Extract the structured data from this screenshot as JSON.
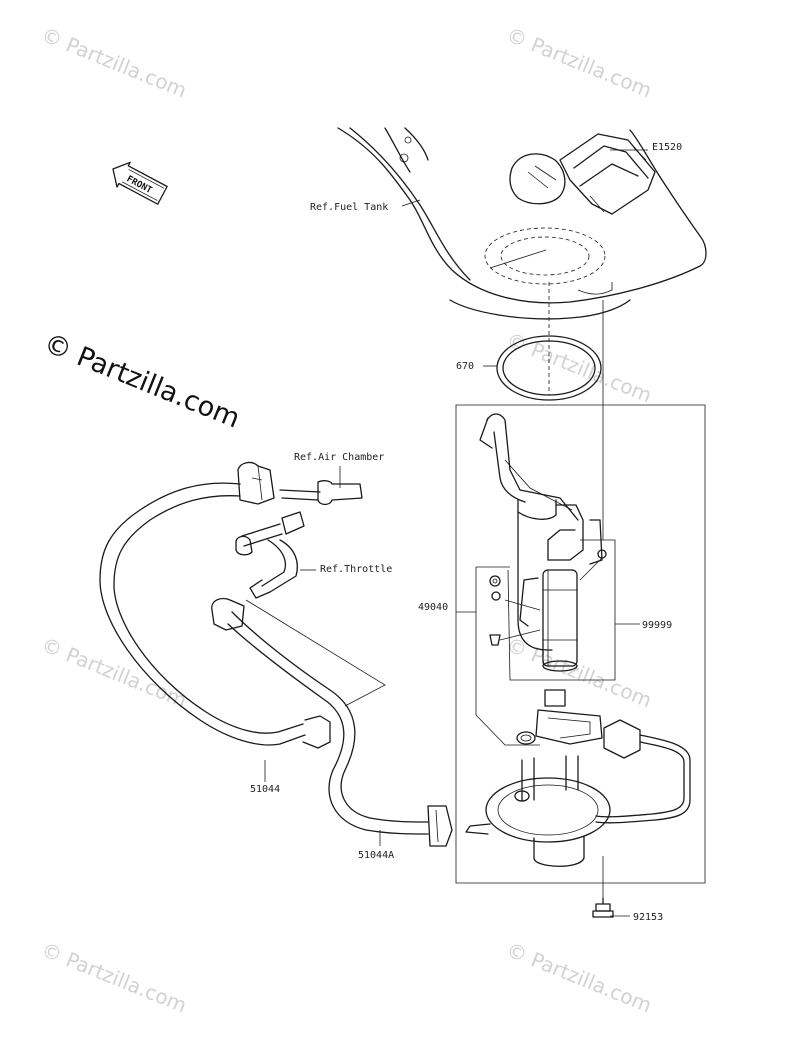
{
  "watermark": {
    "small_text": "© Partzilla.com",
    "main_text": "© Partzilla.com"
  },
  "front_arrow": {
    "text": "FRONT"
  },
  "labels": {
    "code": "E1520",
    "fuel_tank": "Ref.Fuel Tank",
    "gasket": "670",
    "air_chamber": "Ref.Air Chamber",
    "throttle": "Ref.Throttle",
    "pump_assy": "49040",
    "sub_assy": "99999",
    "hose_1": "51044",
    "hose_2": "51044A",
    "bolt": "92153"
  }
}
